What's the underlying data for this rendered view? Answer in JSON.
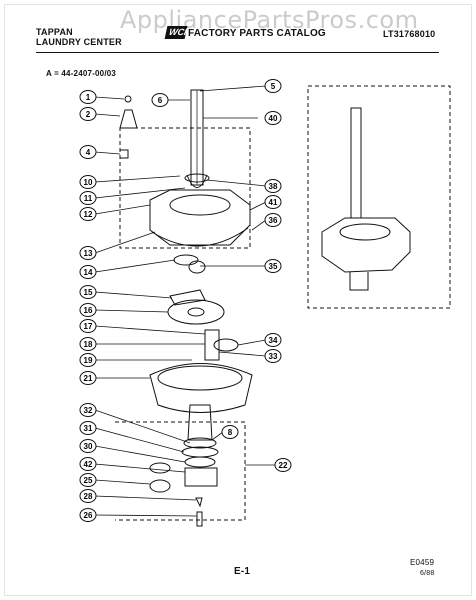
{
  "header": {
    "brand_line1": "TAPPAN",
    "brand_line2": "LAUNDRY CENTER",
    "catalog_title": "FACTORY PARTS CATALOG",
    "model_number": "LT31768010",
    "watermark": "AppliancePartsPros.com"
  },
  "assembly_note": "A = 44-2407-00/03",
  "figure_code": "E0459",
  "page_number": "E-1",
  "date_code": "6/88",
  "callouts": [
    "1",
    "2",
    "4",
    "5",
    "6",
    "40",
    "10",
    "11",
    "12",
    "38",
    "41",
    "36",
    "13",
    "14",
    "35",
    "15",
    "16",
    "17",
    "18",
    "34",
    "19",
    "33",
    "21",
    "32",
    "31",
    "30",
    "42",
    "25",
    "28",
    "26",
    "8",
    "22"
  ]
}
